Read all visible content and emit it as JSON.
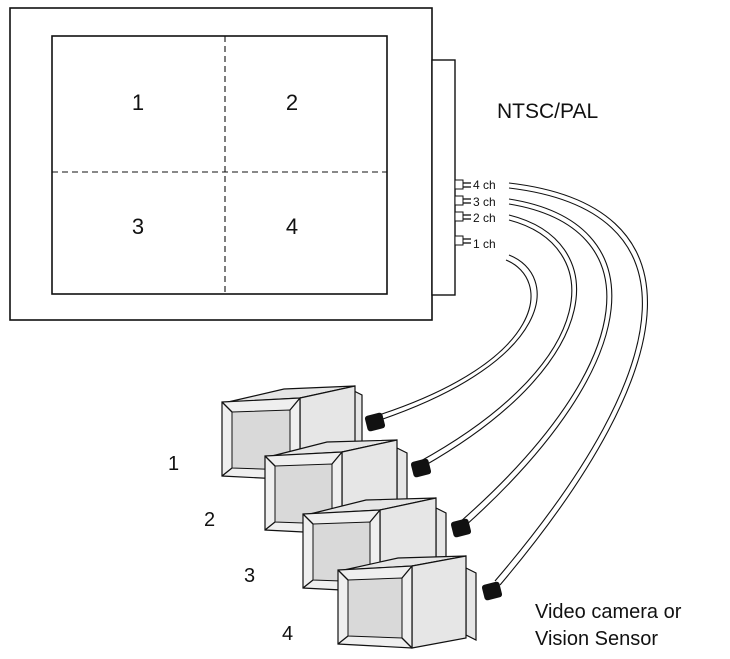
{
  "monitor": {
    "quadrants": [
      "1",
      "2",
      "3",
      "4"
    ],
    "signal_label": "NTSC/PAL",
    "inputs": [
      "4 ch",
      "3 ch",
      "2 ch",
      "1 ch"
    ]
  },
  "cameras": {
    "numbers": [
      "1",
      "2",
      "3",
      "4"
    ],
    "caption_line1": "Video camera or",
    "caption_line2": "Vision Sensor"
  },
  "colors": {
    "line": "#111111",
    "camera_front": "#efefef",
    "camera_side": "#e6e6e6",
    "camera_inner": "#d9d9d9",
    "cable_end": "#111111"
  }
}
